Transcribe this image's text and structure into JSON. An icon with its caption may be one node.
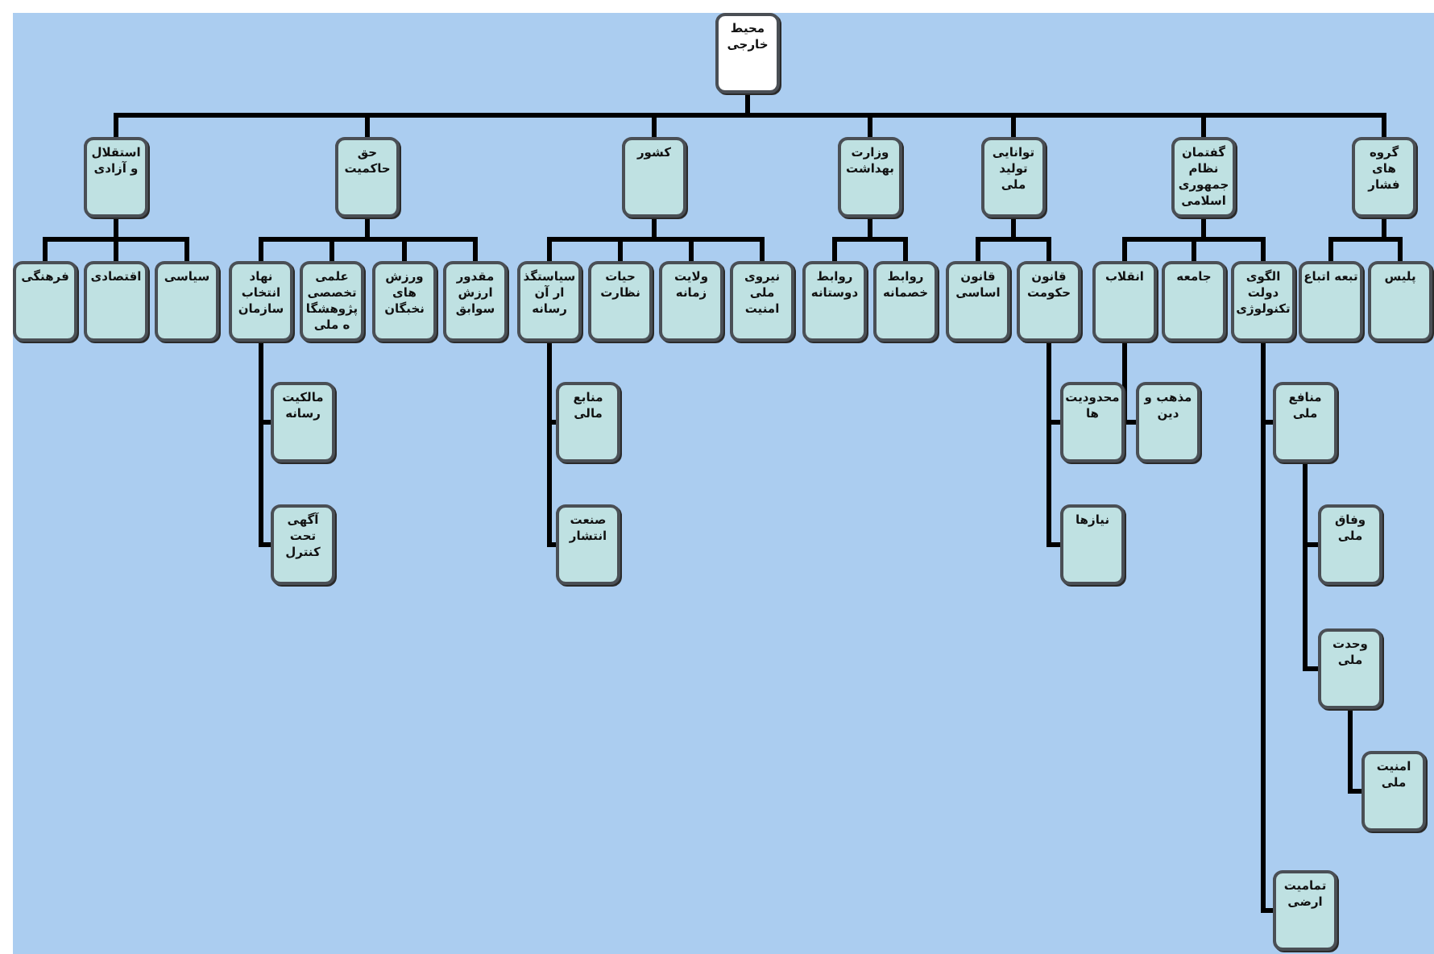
{
  "diagram": {
    "nodes": [
      {
        "text": [
          "محیط خارجی"
        ]
      },
      {
        "text": [
          "استقلال و آزادی"
        ]
      },
      {
        "text": [
          "حق حاکمیت"
        ]
      },
      {
        "text": [
          "کشور"
        ]
      },
      {
        "text": [
          "وزارت بهداشت"
        ]
      },
      {
        "text": [
          "توانایی تولید ملی"
        ]
      },
      {
        "text": [
          "گفتمان نظام جمهوری اسلامی"
        ]
      },
      {
        "text": [
          "گروه های فشار"
        ]
      },
      {
        "text": [
          "فرهنگی"
        ]
      },
      {
        "text": [
          "اقتصادی"
        ]
      },
      {
        "text": [
          "سیاسی"
        ]
      },
      {
        "text": [
          "نهاد انتخاب سازمان"
        ]
      },
      {
        "text": [
          "علمی تخصصی پژوهشگاه ملی"
        ]
      },
      {
        "text": [
          "ورزش های نخبگان"
        ]
      },
      {
        "text": [
          "مقدور ارزش سوابق"
        ]
      },
      {
        "text": [
          "سیاستگذار آن رسانه"
        ]
      },
      {
        "text": [
          "حیات نظارت"
        ]
      },
      {
        "text": [
          "ولایت زمانه"
        ]
      },
      {
        "text": [
          "نیروی ملی امنیت"
        ]
      },
      {
        "text": [
          "روابط دوستانه"
        ]
      },
      {
        "text": [
          "روابط خصمانه"
        ]
      },
      {
        "text": [
          "قانون اساسی"
        ]
      },
      {
        "text": [
          "قانون حکومت"
        ]
      },
      {
        "text": [
          "انقلاب"
        ]
      },
      {
        "text": [
          "جامعه"
        ]
      },
      {
        "text": [
          "الگوی دولت تکنولوژی"
        ]
      },
      {
        "text": [
          "تبعه اتباع"
        ]
      },
      {
        "text": [
          "پلیس"
        ]
      },
      {
        "text": [
          "مالکیت رسانه"
        ]
      },
      {
        "text": [
          "آگهی تحت کنترل"
        ]
      },
      {
        "text": [
          "منابع مالی"
        ]
      },
      {
        "text": [
          "صنعت انتشار"
        ]
      },
      {
        "text": [
          "محدودیت ها"
        ]
      },
      {
        "text": [
          "نیازها"
        ]
      },
      {
        "text": [
          "مذهب و دین"
        ]
      },
      {
        "text": [
          "منافع ملی"
        ]
      },
      {
        "text": [
          "وفاق ملی"
        ]
      },
      {
        "text": [
          "وحدت ملی"
        ]
      },
      {
        "text": [
          "امنیت ملی"
        ]
      },
      {
        "text": [
          "تمامیت ارضی"
        ]
      }
    ],
    "edges": [
      {
        "from": 0,
        "to": 1,
        "arrow": "none"
      },
      {
        "from": 0,
        "to": 2,
        "arrow": "none"
      },
      {
        "from": 0,
        "to": 3,
        "arrow": "none"
      },
      {
        "from": 0,
        "to": 4,
        "arrow": "none"
      },
      {
        "from": 0,
        "to": 5,
        "arrow": "none"
      },
      {
        "from": 0,
        "to": 6,
        "arrow": "none"
      },
      {
        "from": 0,
        "to": 7,
        "arrow": "none"
      },
      {
        "from": 1,
        "to": 8,
        "arrow": "none"
      },
      {
        "from": 1,
        "to": 9,
        "arrow": "none"
      },
      {
        "from": 1,
        "to": 10,
        "arrow": "none"
      },
      {
        "from": 2,
        "to": 11,
        "arrow": "none"
      },
      {
        "from": 2,
        "to": 12,
        "arrow": "none"
      },
      {
        "from": 2,
        "to": 13,
        "arrow": "none"
      },
      {
        "from": 2,
        "to": 14,
        "arrow": "none"
      },
      {
        "from": 3,
        "to": 15,
        "arrow": "none"
      },
      {
        "from": 3,
        "to": 16,
        "arrow": "none"
      },
      {
        "from": 3,
        "to": 17,
        "arrow": "none"
      },
      {
        "from": 3,
        "to": 18,
        "arrow": "none"
      },
      {
        "from": 4,
        "to": 19,
        "arrow": "none"
      },
      {
        "from": 4,
        "to": 20,
        "arrow": "none"
      },
      {
        "from": 5,
        "to": 21,
        "arrow": "none"
      },
      {
        "from": 5,
        "to": 22,
        "arrow": "none"
      },
      {
        "from": 6,
        "to": 23,
        "arrow": "none"
      },
      {
        "from": 6,
        "to": 24,
        "arrow": "none"
      },
      {
        "from": 6,
        "to": 25,
        "arrow": "none"
      },
      {
        "from": 7,
        "to": 26,
        "arrow": "none"
      },
      {
        "from": 7,
        "to": 27,
        "arrow": "none"
      },
      {
        "from": 11,
        "to": 28,
        "arrow": "none"
      },
      {
        "from": 11,
        "to": 29,
        "arrow": "none"
      },
      {
        "from": 15,
        "to": 30,
        "arrow": "none"
      },
      {
        "from": 15,
        "to": 31,
        "arrow": "none"
      },
      {
        "from": 22,
        "to": 32,
        "arrow": "none"
      },
      {
        "from": 22,
        "to": 33,
        "arrow": "none"
      },
      {
        "from": 23,
        "to": 34,
        "arrow": "none"
      },
      {
        "from": 25,
        "to": 35,
        "arrow": "none"
      },
      {
        "from": 25,
        "to": 39,
        "arrow": "none"
      },
      {
        "from": 35,
        "to": 36,
        "arrow": "none"
      },
      {
        "from": 35,
        "to": 37,
        "arrow": "none"
      },
      {
        "from": 37,
        "to": 38,
        "arrow": "none"
      }
    ]
  }
}
